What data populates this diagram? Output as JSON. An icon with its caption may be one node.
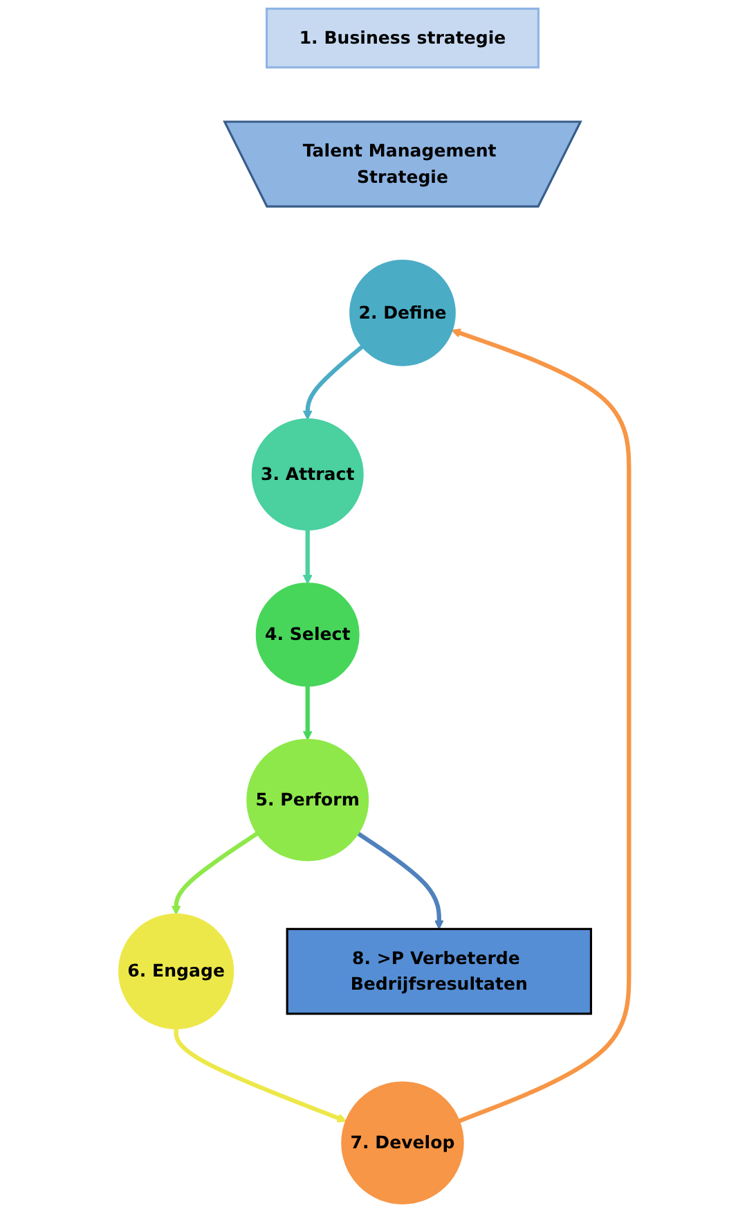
{
  "diagram": {
    "nodes": [
      {
        "text": [
          "1. Business strategie"
        ]
      },
      {
        "text": [
          "Talent Management Strategie"
        ]
      },
      {
        "text": [
          "2. Define"
        ]
      },
      {
        "text": [
          "3. Attract"
        ]
      },
      {
        "text": [
          "4. Select"
        ]
      },
      {
        "text": [
          "5. Perform"
        ]
      },
      {
        "text": [
          "6. Engage"
        ]
      },
      {
        "text": [
          "7. Develop"
        ]
      },
      {
        "text": [
          "8. >P Verbeterde Bedrijfsresultaten"
        ]
      }
    ],
    "edges": [
      {
        "from": 2,
        "to": 3,
        "arrow": "to",
        "color": "#4bacc6"
      },
      {
        "from": 3,
        "to": 4,
        "arrow": "to",
        "color": "#4bd0a0"
      },
      {
        "from": 4,
        "to": 5,
        "arrow": "to",
        "color": "#47d65a"
      },
      {
        "from": 5,
        "to": 6,
        "arrow": "to",
        "color": "#8ee84a"
      },
      {
        "from": 6,
        "to": 7,
        "arrow": "to",
        "color": "#ede84a"
      },
      {
        "from": 7,
        "to": 2,
        "arrow": "to",
        "color": "#f79646"
      },
      {
        "from": 5,
        "to": 8,
        "arrow": "to",
        "color": "#4f81bd"
      }
    ]
  }
}
